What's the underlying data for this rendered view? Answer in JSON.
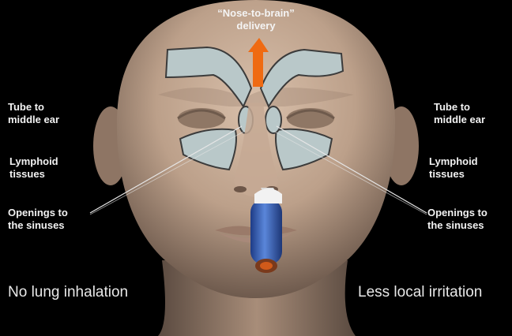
{
  "diagram": {
    "title": "“Nose-to-brain”\ndelivery",
    "left_labels": {
      "tube": "Tube to\nmiddle ear",
      "lymphoid": "Lymphoid\ntissues",
      "openings": "Openings to\nthe sinuses"
    },
    "right_labels": {
      "tube": "Tube to\nmiddle ear",
      "lymphoid": "Lymphoid\ntissues",
      "openings": "Openings to\nthe sinuses"
    },
    "bottom_left": "No lung inhalation",
    "bottom_right": "Less local irritation",
    "colors": {
      "background": "#000000",
      "skin": "#c2a58f",
      "sinus": "#b9c8c9",
      "arrow": "#ef6a12",
      "device": "#3b63b8"
    }
  }
}
